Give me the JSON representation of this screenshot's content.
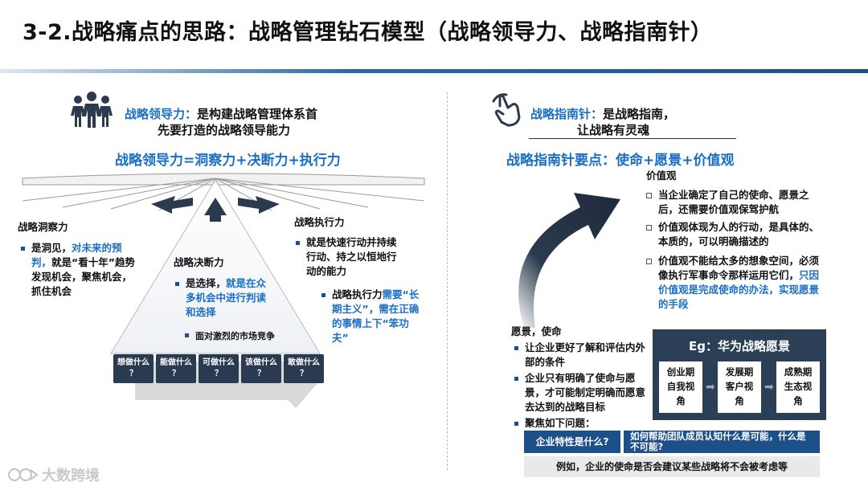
{
  "title": "3-2.战略痛点的思路：战略管理钻石模型（战略领导力、战略指南针）",
  "left": {
    "heading_blue": "战略领导力：",
    "heading_rest": "是构建战略管理体系首",
    "heading_line2": "先要打造的战略领导能力",
    "formula": "战略领导力=洞察力+决断力+执行力",
    "insight": {
      "title": "战略洞察力",
      "p1": "是洞见，",
      "p1_blue": "对未来的预判，",
      "p2": "就是“看十年”趋势发现机会，聚焦机会，抓住机会"
    },
    "decision": {
      "title": "战略决断力",
      "p1": "是选择，",
      "p1_blue": "就是在众多机会中进行判读和选择",
      "sub": "面对激烈的市场竞争"
    },
    "execution": {
      "title": "战略执行力",
      "p1": "就是快速行动并持续行动、持之以恒地行动的能力",
      "sub_black": "战略执行力",
      "sub_blue": "需要“长期主义”，需在正确的事情上下“笨功夫”"
    },
    "questions": [
      {
        "l1": "想做什么",
        "l2": "？"
      },
      {
        "l1": "能做什么",
        "l2": "？"
      },
      {
        "l1": "可做什么",
        "l2": "？"
      },
      {
        "l1": "该做什么",
        "l2": "？"
      },
      {
        "l1": "敢做什么",
        "l2": "？"
      }
    ]
  },
  "right": {
    "heading_blue": "战略指南针：",
    "heading_rest": "是战略指南，",
    "heading_line2": "让战略有灵魂",
    "key_points": "战略指南针要点：使命+愿景+价值观",
    "values": {
      "title": "价值观",
      "items": [
        {
          "text": "当企业确定了自己的使命、愿景之后，还需要价值观保驾护航",
          "blue": ""
        },
        {
          "text": "价值观体现为人的行动，是具体的、本质的，可以明确描述的",
          "blue": ""
        },
        {
          "text": "价值观不能给太多的想象空间，必须像执行军事命令那样运用它们，",
          "blue": "只因价值观是完成使命的办法，实现愿景的手段"
        }
      ]
    },
    "vision": {
      "title": "愿景，使命",
      "items": [
        "让企业更好了解和评估内外部的条件",
        "企业只有明确了使命与愿景，才可能制定明确而愿意去达到的战略目标",
        "聚焦如下问题："
      ]
    },
    "huawei": {
      "title": "Eg：华为战略愿景",
      "stages": [
        {
          "l1": "创业期",
          "l2": "自我视",
          "l3": "角"
        },
        {
          "l1": "发展期",
          "l2": "客户视",
          "l3": "角"
        },
        {
          "l1": "成熟期",
          "l2": "生态视",
          "l3": "角"
        }
      ],
      "arrow": "➡"
    },
    "bar_left": "企业特性是什么?",
    "bar_right": "如何帮助团队成员认知什么是可能，什么是不可能?",
    "bar_bottom": "例如，企业的使命是否会建议某些战略将不会被考虑等"
  },
  "watermark": "大数跨境",
  "colors": {
    "accent": "#1a6fc4",
    "dark_navy": "#2b3f57",
    "bar_blue": "#1d4f88"
  }
}
